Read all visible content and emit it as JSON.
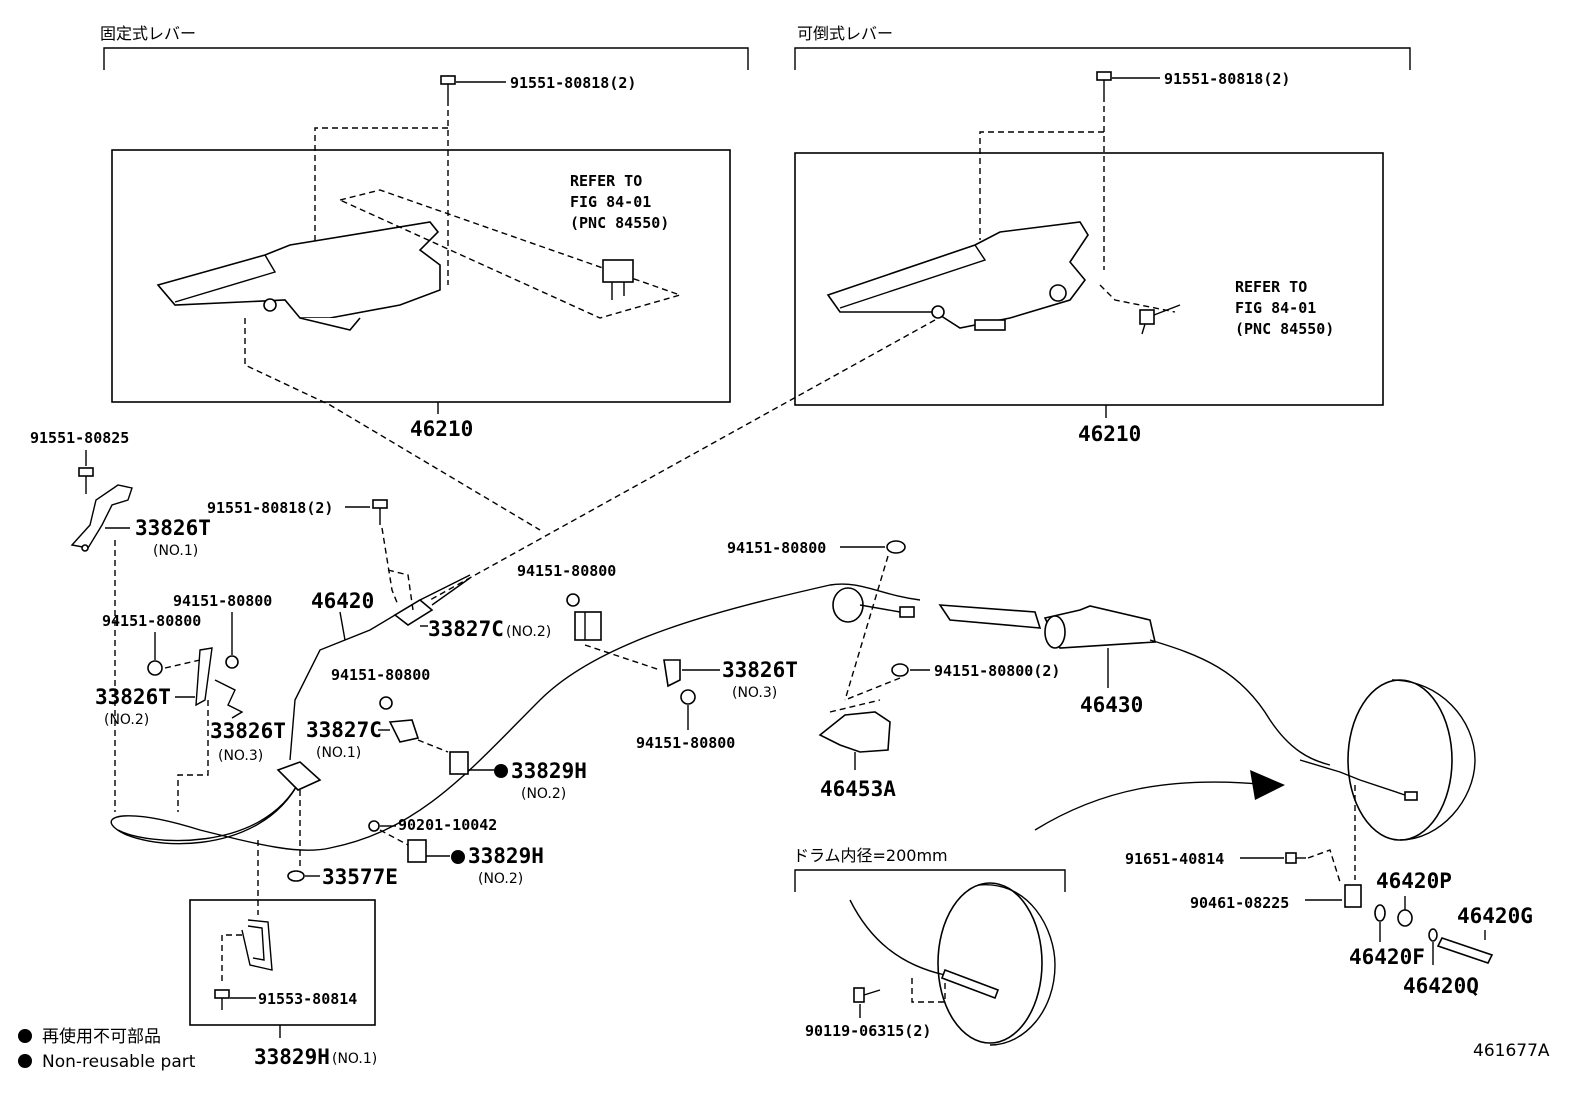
{
  "sections": {
    "fixed_lever": "固定式レバー",
    "tilt_lever": "可倒式レバー",
    "drum": "ドラム内径=200mm"
  },
  "refer": {
    "line1": "REFER TO",
    "line2": "FIG 84-01",
    "line3": "(PNC 84550)"
  },
  "parts": {
    "p_91551_80818_left": "91551-80818(2)",
    "p_91551_80818_right": "91551-80818(2)",
    "p_46210_left": "46210",
    "p_46210_right": "46210",
    "p_91551_80825": "91551-80825",
    "p_33826T_no1": "33826T",
    "p_33826T_no1_sub": "(NO.1)",
    "p_91551_80818_mid": "91551-80818(2)",
    "p_94151_80800_a": "94151-80800",
    "p_94151_80800_b": "94151-80800",
    "p_46420": "46420",
    "p_33827C_no2": "33827C",
    "p_33827C_no2_sub": "(NO.2)",
    "p_94151_80800_c": "94151-80800",
    "p_94151_80800_d": "94151-80800",
    "p_33826T_no3_mid": "33826T",
    "p_33826T_no3_mid_sub": "(NO.3)",
    "p_94151_80800_e": "94151-80800",
    "p_33826T_no2": "33826T",
    "p_33826T_no2_sub": "(NO.2)",
    "p_33826T_no3_left": "33826T",
    "p_33826T_no3_left_sub": "(NO.3)",
    "p_94151_80800_f": "94151-80800",
    "p_33827C_no1": "33827C",
    "p_33827C_no1_sub": "(NO.1)",
    "p_33829H_a": "33829H",
    "p_33829H_a_sub": "(NO.2)",
    "p_90201_10042": "90201-10042",
    "p_33829H_b": "33829H",
    "p_33829H_b_sub": "(NO.2)",
    "p_33577E": "33577E",
    "p_94151_80800_top": "94151-80800",
    "p_94151_80800_2": "94151-80800(2)",
    "p_46430": "46430",
    "p_46453A": "46453A",
    "p_91651_40814": "91651-40814",
    "p_90461_08225": "90461-08225",
    "p_46420P": "46420P",
    "p_46420G": "46420G",
    "p_46420F": "46420F",
    "p_46420Q": "46420Q",
    "p_90119_06315": "90119-06315(2)",
    "p_91553_80814": "91553-80814",
    "p_33829H_no1": "33829H",
    "p_33829H_no1_sub": "(NO.1)"
  },
  "legend": {
    "jp": "再使用不可部品",
    "en": "Non-reusable part"
  },
  "figure_id": "461677A"
}
